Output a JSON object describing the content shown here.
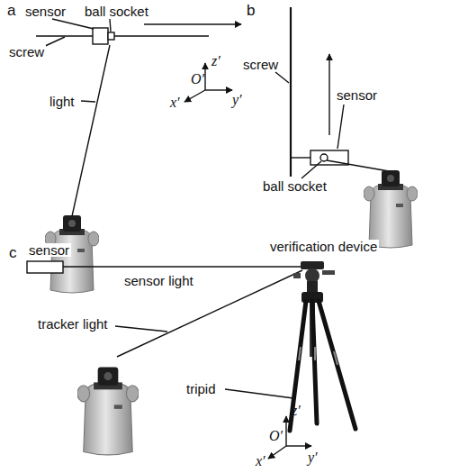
{
  "diagram": {
    "labels": [
      "a",
      "sensor",
      "ball socket",
      "screw",
      "light",
      "z′",
      "O′",
      "x′",
      "y′",
      "b",
      "screw",
      "sensor",
      "ball socket",
      "c",
      "sensor",
      "verification device",
      "sensor light",
      "tracker light",
      "tripid",
      "z′",
      "O′",
      "x′",
      "y′"
    ]
  }
}
